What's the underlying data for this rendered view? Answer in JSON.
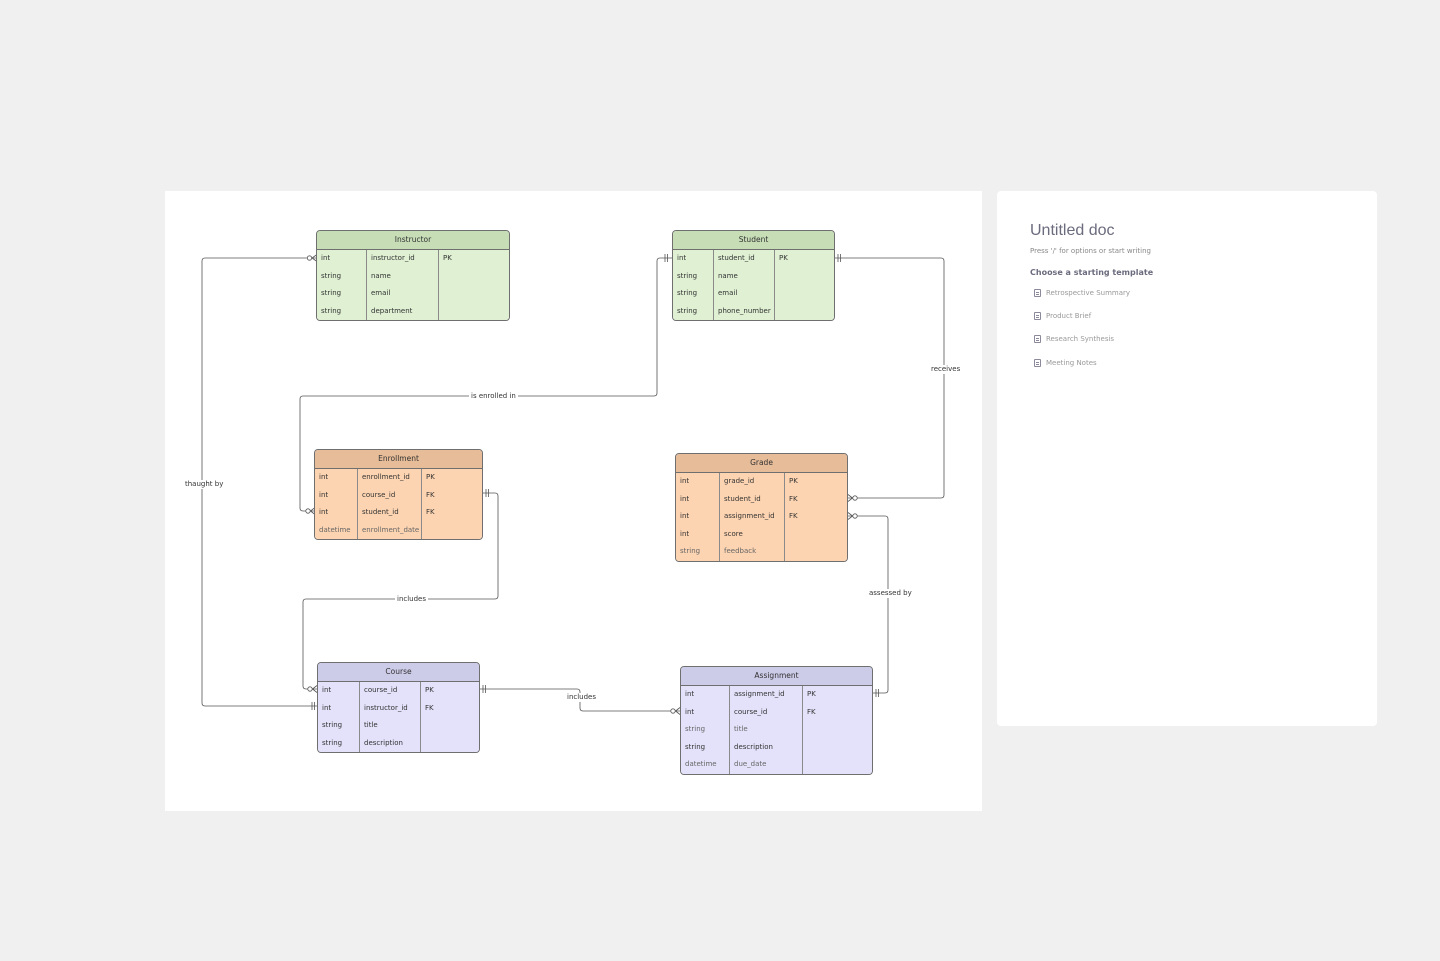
{
  "entities": {
    "instructor": {
      "title": "Instructor",
      "rows": [
        {
          "type": "int",
          "field": "instructor_id",
          "key": "PK"
        },
        {
          "type": "string",
          "field": "name",
          "key": ""
        },
        {
          "type": "string",
          "field": "email",
          "key": ""
        },
        {
          "type": "string",
          "field": "department",
          "key": ""
        }
      ]
    },
    "student": {
      "title": "Student",
      "rows": [
        {
          "type": "int",
          "field": "student_id",
          "key": "PK"
        },
        {
          "type": "string",
          "field": "name",
          "key": ""
        },
        {
          "type": "string",
          "field": "email",
          "key": ""
        },
        {
          "type": "string",
          "field": "phone_number",
          "key": ""
        }
      ]
    },
    "enrollment": {
      "title": "Enrollment",
      "rows": [
        {
          "type": "int",
          "field": "enrollment_id",
          "key": "PK"
        },
        {
          "type": "int",
          "field": "course_id",
          "key": "FK"
        },
        {
          "type": "int",
          "field": "student_id",
          "key": "FK"
        },
        {
          "type": "datetime",
          "field": "enrollment_date",
          "key": ""
        }
      ]
    },
    "grade": {
      "title": "Grade",
      "rows": [
        {
          "type": "int",
          "field": "grade_id",
          "key": "PK"
        },
        {
          "type": "int",
          "field": "student_id",
          "key": "FK"
        },
        {
          "type": "int",
          "field": "assignment_id",
          "key": "FK"
        },
        {
          "type": "int",
          "field": "score",
          "key": ""
        },
        {
          "type": "string",
          "field": "feedback",
          "key": ""
        }
      ]
    },
    "course": {
      "title": "Course",
      "rows": [
        {
          "type": "int",
          "field": "course_id",
          "key": "PK"
        },
        {
          "type": "int",
          "field": "instructor_id",
          "key": "FK"
        },
        {
          "type": "string",
          "field": "title",
          "key": ""
        },
        {
          "type": "string",
          "field": "description",
          "key": ""
        }
      ]
    },
    "assignment": {
      "title": "Assignment",
      "rows": [
        {
          "type": "int",
          "field": "assignment_id",
          "key": "PK"
        },
        {
          "type": "int",
          "field": "course_id",
          "key": "FK"
        },
        {
          "type": "string",
          "field": "title",
          "key": ""
        },
        {
          "type": "string",
          "field": "description",
          "key": ""
        },
        {
          "type": "datetime",
          "field": "due_date",
          "key": ""
        }
      ]
    }
  },
  "relationships": {
    "is_enrolled_in": "is enrolled in",
    "thaught_by": "thaught by",
    "receives": "receives",
    "includes_enrollment": "includes",
    "assessed_by": "assessed by",
    "includes_assignment": "includes"
  },
  "doc": {
    "title": "Untitled doc",
    "hint": "Press '/' for options or start writing",
    "template_heading": "Choose a starting template",
    "templates": [
      {
        "label": "Retrospective Summary",
        "icon": "document-icon"
      },
      {
        "label": "Product Brief",
        "icon": "document-icon"
      },
      {
        "label": "Research Synthesis",
        "icon": "document-icon"
      },
      {
        "label": "Meeting Notes",
        "icon": "document-icon"
      }
    ]
  }
}
